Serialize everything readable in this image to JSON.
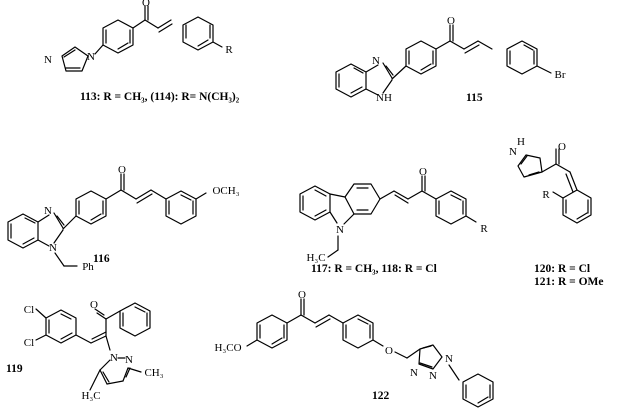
{
  "compounds": {
    "c113_114": {
      "label": "113: R = CH₃, (114): R= N(CH₃)₂",
      "atom_N1": "N",
      "atom_N2": "N",
      "atom_O": "O",
      "atom_R": "R"
    },
    "c115": {
      "label": "115",
      "atom_N": "N",
      "atom_NH": "NH",
      "atom_O": "O",
      "atom_Br": "Br"
    },
    "c116": {
      "label": "116",
      "atom_N1": "N",
      "atom_N2": "N",
      "atom_O": "O",
      "atom_Ph": "Ph",
      "atom_OCH3": "OCH₃"
    },
    "c117_118": {
      "label": "117: R = CH₃, 118: R = Cl",
      "atom_N": "N",
      "atom_CH3": "H₃C",
      "atom_O": "O",
      "atom_R": "R"
    },
    "c119": {
      "label": "119",
      "atom_Cl1": "Cl",
      "atom_Cl2": "Cl",
      "atom_O": "O",
      "atom_N1": "N",
      "atom_N2": "N",
      "atom_Me1": "H₃C",
      "atom_Me2": "CH₃"
    },
    "c120_121": {
      "label1": "120: R = Cl",
      "label2": "121: R = OMe",
      "atom_NH": "H",
      "atom_N": "N",
      "atom_O": "O",
      "atom_R": "R"
    },
    "c122": {
      "label": "122",
      "atom_OMe": "H₃CO",
      "atom_O1": "O",
      "atom_O2": "O",
      "atom_N1": "N",
      "atom_N2": "N",
      "atom_N3": "N"
    }
  }
}
